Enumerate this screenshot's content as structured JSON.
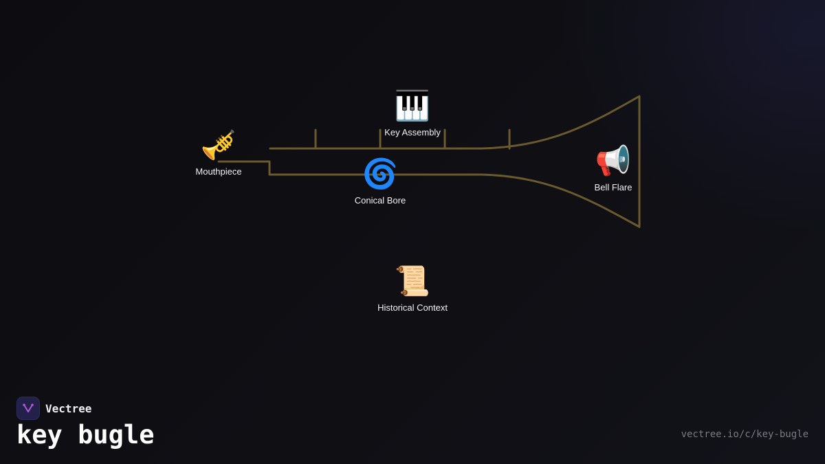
{
  "diagram": {
    "accent_color": "#6b5a2e",
    "nodes": [
      {
        "id": "mouthpiece",
        "label": "Mouthpiece",
        "emoji": "🎺",
        "icon": "trumpet-icon"
      },
      {
        "id": "key-assembly",
        "label": "Key Assembly",
        "emoji": "🎹",
        "icon": "piano-keys-icon"
      },
      {
        "id": "conical-bore",
        "label": "Conical Bore",
        "emoji": "🌀",
        "icon": "spiral-icon"
      },
      {
        "id": "bell-flare",
        "label": "Bell Flare",
        "emoji": "📢",
        "icon": "megaphone-icon"
      },
      {
        "id": "historical-context",
        "label": "Historical Context",
        "emoji": "📜",
        "icon": "scroll-icon"
      }
    ]
  },
  "brand": {
    "name": "Vectree",
    "logo_color": "#23204a",
    "logo_mark_color": "#b05ad8"
  },
  "page": {
    "title": "key bugle",
    "url": "vectree.io/c/key-bugle"
  }
}
